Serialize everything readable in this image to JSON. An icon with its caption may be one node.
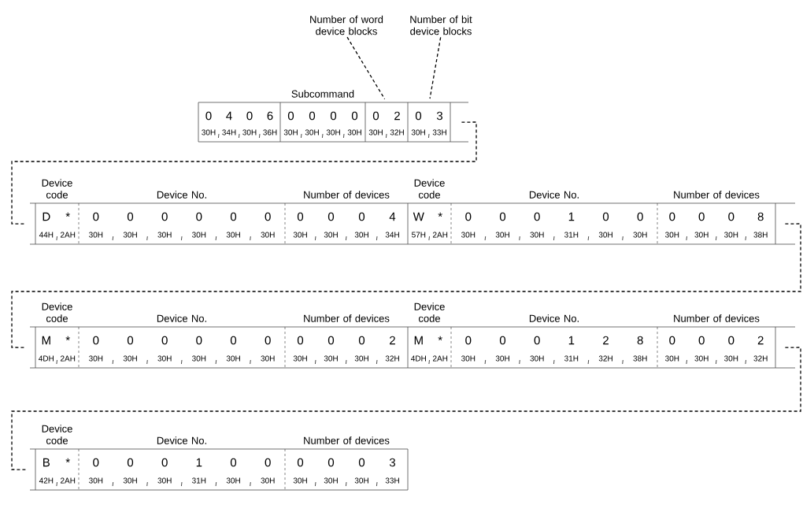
{
  "diagram": {
    "nodes": [
      {
        "text": [
          "Number of word device blocks"
        ]
      },
      {
        "text": [
          "Number of bit device blocks"
        ]
      },
      {
        "text": [
          "0",
          "4",
          "0",
          "6",
          "30H",
          "34H",
          "30H",
          "36H"
        ]
      },
      {
        "text": [
          "Subcommand",
          "0",
          "0",
          "0",
          "0",
          "30H",
          "30H",
          "30H",
          "30H"
        ]
      },
      {
        "text": [
          "0",
          "2",
          "30H",
          "32H"
        ]
      },
      {
        "text": [
          "0",
          "3",
          "30H",
          "33H"
        ]
      },
      {
        "text": [
          "Device code",
          "D",
          "*",
          "44H",
          "2AH"
        ]
      },
      {
        "text": [
          "Device No.",
          "0",
          "0",
          "0",
          "0",
          "0",
          "0",
          "30H",
          "30H",
          "30H",
          "30H",
          "30H",
          "30H"
        ]
      },
      {
        "text": [
          "Number of devices",
          "0",
          "0",
          "0",
          "4",
          "30H",
          "30H",
          "30H",
          "34H"
        ]
      },
      {
        "text": [
          "Device code",
          "W",
          "*",
          "57H",
          "2AH"
        ]
      },
      {
        "text": [
          "Device No.",
          "0",
          "0",
          "0",
          "1",
          "0",
          "0",
          "30H",
          "30H",
          "30H",
          "31H",
          "30H",
          "30H"
        ]
      },
      {
        "text": [
          "Number of devices",
          "0",
          "0",
          "0",
          "8",
          "30H",
          "30H",
          "30H",
          "38H"
        ]
      },
      {
        "text": [
          "Device code",
          "M",
          "*",
          "4DH",
          "2AH"
        ]
      },
      {
        "text": [
          "Device No.",
          "0",
          "0",
          "0",
          "0",
          "0",
          "0",
          "30H",
          "30H",
          "30H",
          "30H",
          "30H",
          "30H"
        ]
      },
      {
        "text": [
          "Number of devices",
          "0",
          "0",
          "0",
          "2",
          "30H",
          "30H",
          "30H",
          "32H"
        ]
      },
      {
        "text": [
          "Device code",
          "M",
          "*",
          "4DH",
          "2AH"
        ]
      },
      {
        "text": [
          "Device No.",
          "0",
          "0",
          "0",
          "1",
          "2",
          "8",
          "30H",
          "30H",
          "30H",
          "31H",
          "32H",
          "38H"
        ]
      },
      {
        "text": [
          "Number of devices",
          "0",
          "0",
          "0",
          "2",
          "30H",
          "30H",
          "30H",
          "32H"
        ]
      },
      {
        "text": [
          "Device code",
          "B",
          "*",
          "42H",
          "2AH"
        ]
      },
      {
        "text": [
          "Device No.",
          "0",
          "0",
          "0",
          "1",
          "0",
          "0",
          "30H",
          "30H",
          "30H",
          "31H",
          "30H",
          "30H"
        ]
      },
      {
        "text": [
          "Number of devices",
          "0",
          "0",
          "0",
          "3",
          "30H",
          "30H",
          "30H",
          "33H"
        ]
      }
    ],
    "edges": [
      {
        "from": 0,
        "to": 4,
        "arrow": "none",
        "style": "dashed"
      },
      {
        "from": 1,
        "to": 5,
        "arrow": "none",
        "style": "dashed"
      },
      {
        "from": 5,
        "to": 6,
        "arrow": "none",
        "style": "dashed"
      },
      {
        "from": 11,
        "to": 12,
        "arrow": "none",
        "style": "dashed"
      },
      {
        "from": 17,
        "to": 18,
        "arrow": "none",
        "style": "dashed"
      }
    ]
  }
}
